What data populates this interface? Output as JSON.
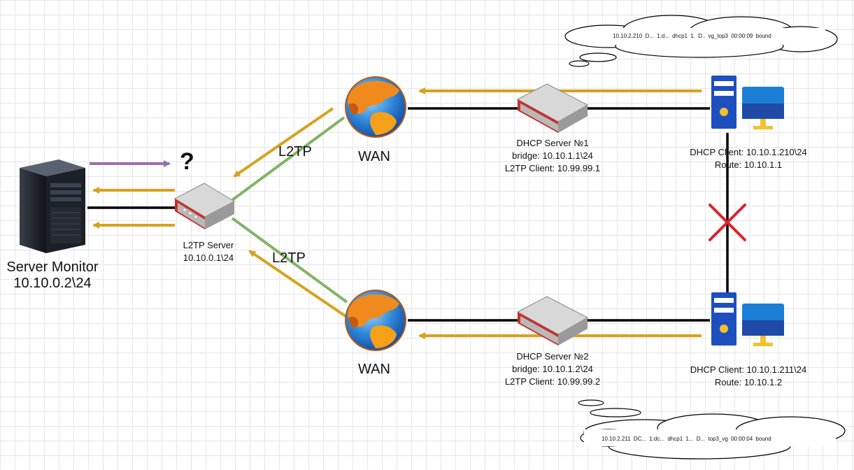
{
  "server_monitor": {
    "name": "Server Monitor",
    "ip": "10.10.0.2\\24",
    "icon": "server-tower-icon"
  },
  "unknown_marker": "?",
  "l2tp_server": {
    "name": "L2TP Server",
    "ip": "10.10.0.1\\24",
    "icon": "router-icon"
  },
  "wan_top": {
    "label": "WAN",
    "icon": "globe-icon"
  },
  "wan_bottom": {
    "label": "WAN",
    "icon": "globe-icon"
  },
  "tunnel_top_label": "L2TP",
  "tunnel_bottom_label": "L2TP",
  "dhcp_server_1": {
    "name": "DHCP Server №1",
    "bridge": "bridge: 10.10.1.1\\24",
    "l2tp_client": "L2TP Client: 10.99.99.1",
    "icon": "router-icon"
  },
  "dhcp_server_2": {
    "name": "DHCP Server №2",
    "bridge": "bridge: 10.10.1.2\\24",
    "l2tp_client": "L2TP Client: 10.99.99.2",
    "icon": "router-icon"
  },
  "dhcp_client_1": {
    "ip": "DHCP Client: 10.10.1.210\\24",
    "route": "Route: 10.10.1.1",
    "icon": "workstation-icon"
  },
  "dhcp_client_2": {
    "ip": "DHCP Client: 10.10.1.211\\24",
    "route": "Route: 10.10.1.2",
    "icon": "workstation-icon"
  },
  "lease_top": "10.10.2.210     D...    1:d...   dhcp1    1.  D..  vg_top3         00:00:09  bound",
  "lease_bottom": "10.10.2.211     DC...   1:dc...   dhcp1     1...  D...  top3_vg                  00:00:04  bound",
  "broken_link_marker": "red-x-icon",
  "colors": {
    "traffic_arrow": "#d6a21f",
    "tunnel_line": "#82b366",
    "query_arrow": "#9673a6",
    "cable": "#000000",
    "broken_mark": "#e0202a",
    "client_blue": "#1e4fbf",
    "screen_blue": "#1b7fd6"
  }
}
